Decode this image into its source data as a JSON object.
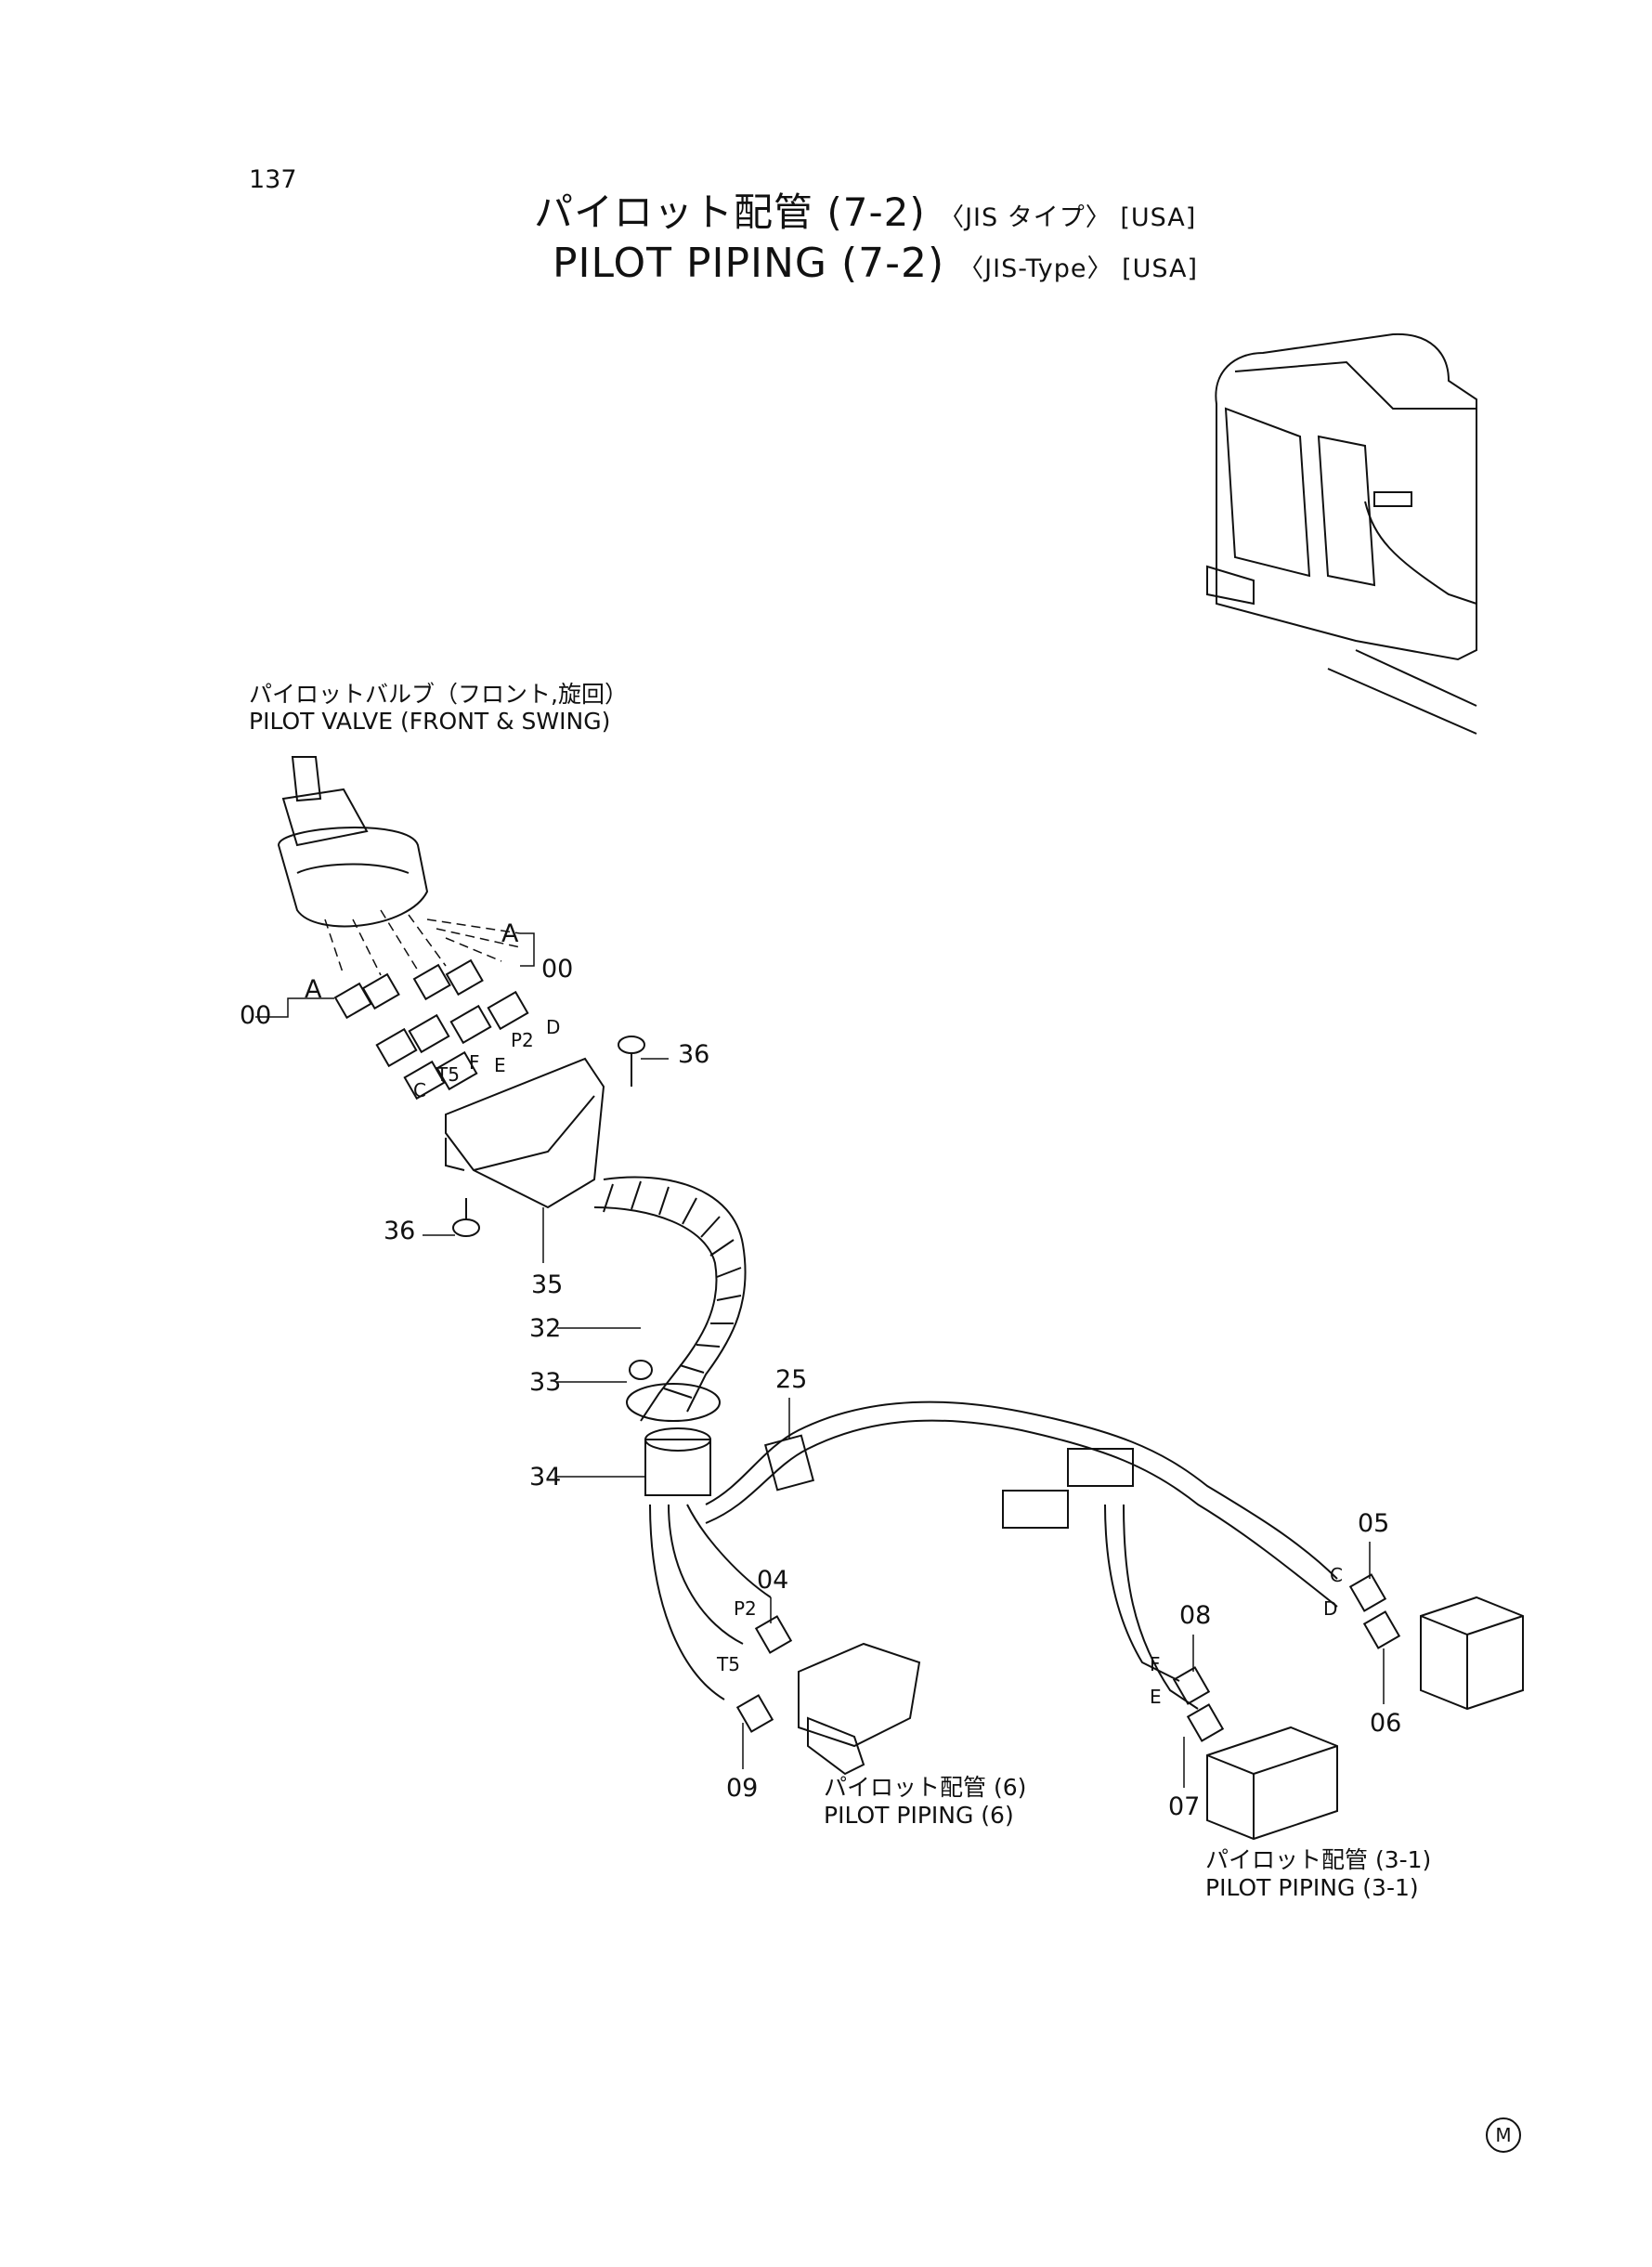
{
  "page_number": "137",
  "title": {
    "jp": "パイロット配管 (7-2)",
    "jp_sub": "〈JIS タイプ〉 [USA]",
    "en": "PILOT PIPING (7-2)",
    "en_sub": "〈JIS-Type〉 [USA]"
  },
  "labels": {
    "pilot_valve_jp": "パイロットバルブ（フロント,旋回）",
    "pilot_valve_en": "PILOT VALVE (FRONT & SWING)",
    "pilot_piping6_jp": "パイロット配管 (6)",
    "pilot_piping6_en": "PILOT PIPING (6)",
    "pilot_piping31_jp": "パイロット配管 (3-1)",
    "pilot_piping31_en": "PILOT PIPING (3-1)"
  },
  "callouts": {
    "c00_top": "00",
    "c00_left": "00",
    "cA_top": "A",
    "cA_left": "A",
    "c36_top": "36",
    "c36_left": "36",
    "c35": "35",
    "c32": "32",
    "c33": "33",
    "c34": "34",
    "c25": "25",
    "c04": "04",
    "c09": "09",
    "c08": "08",
    "c07": "07",
    "c05": "05",
    "c06": "06"
  },
  "letters": {
    "P2_top": "P2",
    "D_top": "D",
    "E_top": "E",
    "F_top": "F",
    "T5_top": "T5",
    "C_top": "C",
    "P2_low": "P2",
    "T5_low": "T5",
    "F_low": "F",
    "E_low": "E",
    "C_low": "C",
    "D_low": "D"
  },
  "corner_mark": "M"
}
